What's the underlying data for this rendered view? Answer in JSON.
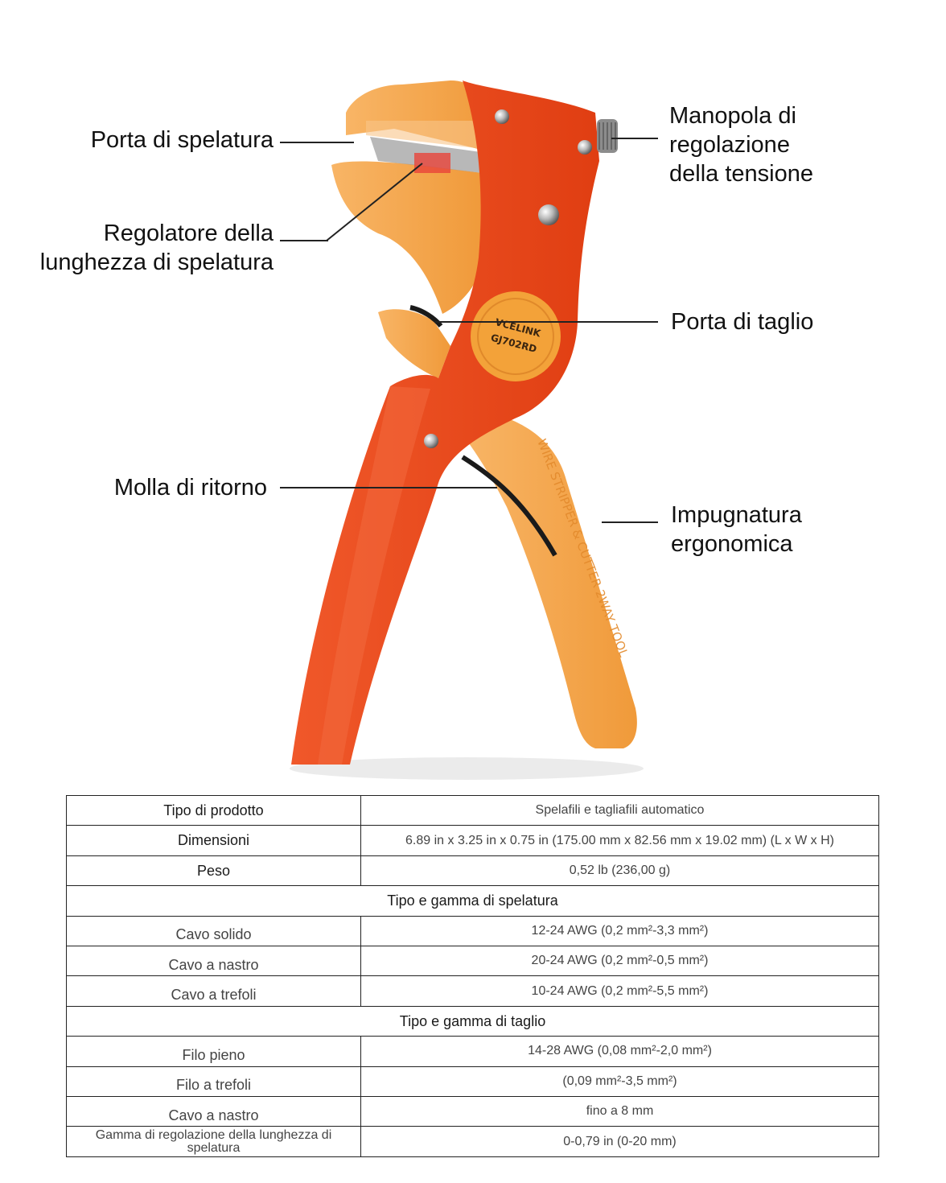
{
  "callouts": {
    "porta_spelatura": "Porta di spelatura",
    "regolatore_1": "Regolatore della",
    "regolatore_2": "lunghezza di spelatura",
    "molla": "Molla di ritorno",
    "manopola_1": "Manopola di",
    "manopola_2": "regolazione",
    "manopola_3": "della tensione",
    "porta_taglio": "Porta di taglio",
    "impugnatura_1": "Impugnatura",
    "impugnatura_2": "ergonomica"
  },
  "tool_marking": {
    "brand": "VCELINK",
    "model": "GJ702RD",
    "handle_text": "WIRE STRIPPER & CUTTER 2WAY TOOL"
  },
  "colors": {
    "red_orange": "#ee4a1c",
    "yellow_orange": "#f5a449",
    "light_orange": "#f9c488"
  },
  "specs": {
    "rows": [
      {
        "label": "Tipo di prodotto",
        "value": "Spelafili e tagliafili automatico"
      },
      {
        "label": "Dimensioni",
        "value": "6.89 in x 3.25 in x 0.75 in (175.00 mm x 82.56 mm x 19.02 mm) (L x W x H)"
      },
      {
        "label": "Peso",
        "value": "0,52 lb (236,00 g)"
      }
    ],
    "section_strip": "Tipo e gamma di spelatura",
    "strip_rows": [
      {
        "label": "Cavo solido",
        "value": "12-24 AWG (0,2 mm²-3,3 mm²)"
      },
      {
        "label": "Cavo a nastro",
        "value": "20-24 AWG (0,2 mm²-0,5 mm²)"
      },
      {
        "label": "Cavo a trefoli",
        "value": "10-24 AWG (0,2 mm²-5,5 mm²)"
      }
    ],
    "section_cut": "Tipo e gamma di taglio",
    "cut_rows": [
      {
        "label": "Filo pieno",
        "value": "14-28 AWG (0,08 mm²-2,0 mm²)"
      },
      {
        "label": "Filo a trefoli",
        "value": "(0,09 mm²-3,5 mm²)"
      },
      {
        "label": "Cavo a nastro",
        "value": "fino a 8 mm"
      },
      {
        "label": "Gamma di regolazione della lunghezza di spelatura",
        "value": "0-0,79 in (0-20 mm)"
      }
    ]
  }
}
